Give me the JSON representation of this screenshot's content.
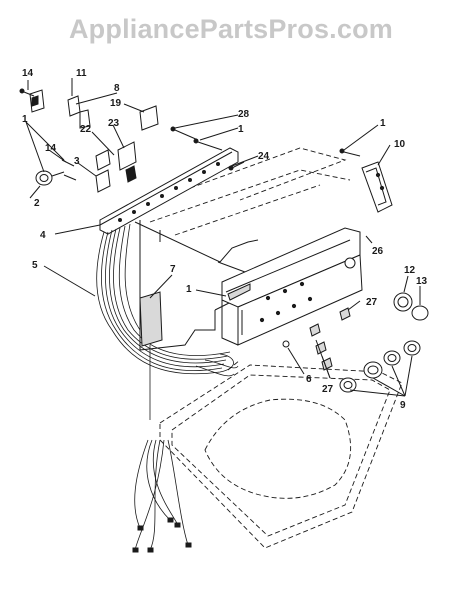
{
  "watermark": "AppliancePartsPros.com",
  "callouts": {
    "c14a": "14",
    "c11": "11",
    "c8": "8",
    "c19": "19",
    "c28": "28",
    "c1a": "1",
    "c1b": "1",
    "c10": "10",
    "c22": "22",
    "c23": "23",
    "c1c": "1",
    "c14b": "14",
    "c3": "3",
    "c24": "24",
    "c2": "2",
    "c4": "4",
    "c26": "26",
    "c5": "5",
    "c7": "7",
    "c12": "12",
    "c13": "13",
    "c1d": "1",
    "c27a": "27",
    "c6": "6",
    "c27b": "27",
    "c9": "9"
  },
  "colors": {
    "line": "#1a1a1a",
    "watermark": "#c8c8c8"
  }
}
